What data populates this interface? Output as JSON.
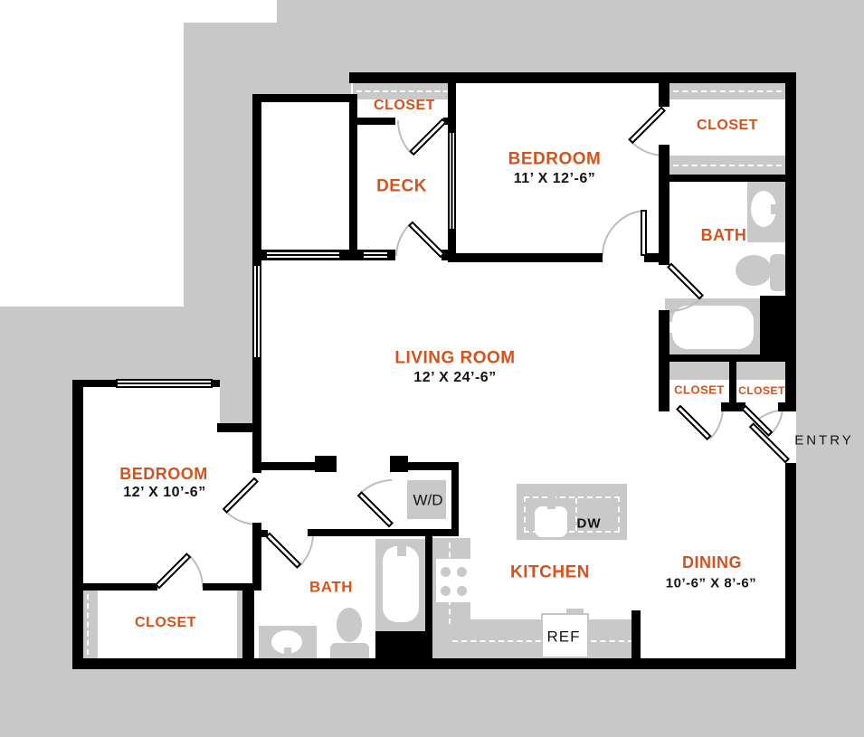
{
  "palette": {
    "outdoor_gray": "#c8c8c8",
    "wall_black": "#000000",
    "fixture_gray": "#c9c9c9",
    "label_orange": "#d4521b",
    "label_black": "#141414",
    "door_arc_gray": "#bdbdbd"
  },
  "rooms": [
    {
      "id": "closet-top",
      "label": "CLOSET"
    },
    {
      "id": "deck",
      "label": "DECK"
    },
    {
      "id": "bedroom-1",
      "label": "BEDROOM",
      "dims": "11’ X 12’-6”"
    },
    {
      "id": "closet-walkin",
      "label": "CLOSET"
    },
    {
      "id": "bath-1",
      "label": "BATH"
    },
    {
      "id": "living-room",
      "label": "LIVING ROOM",
      "dims": "12’ X 24’-6”"
    },
    {
      "id": "bedroom-2",
      "label": "BEDROOM",
      "dims": "12’ X 10’-6”"
    },
    {
      "id": "closet-2",
      "label": "CLOSET"
    },
    {
      "id": "bath-2",
      "label": "BATH"
    },
    {
      "id": "closet-hall-1",
      "label": "CLOSET"
    },
    {
      "id": "closet-hall-2",
      "label": "CLOSET"
    },
    {
      "id": "kitchen",
      "label": "KITCHEN"
    },
    {
      "id": "dining",
      "label": "DINING",
      "dims": "10’-6” X 8’-6”"
    },
    {
      "id": "entry",
      "label": "ENTRY"
    }
  ],
  "appliances": {
    "washer_dryer": "W/D",
    "dishwasher": "DW",
    "refrigerator": "REF"
  }
}
